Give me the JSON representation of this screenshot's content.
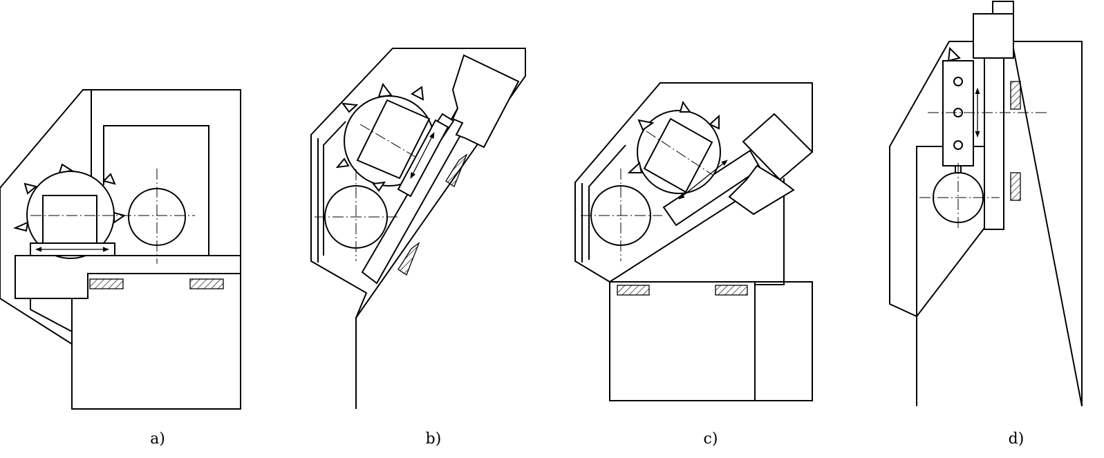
{
  "panels": [
    {
      "id": "a",
      "label": "a)"
    },
    {
      "id": "b",
      "label": "b)"
    },
    {
      "id": "c",
      "label": "c)"
    },
    {
      "id": "d",
      "label": "d)"
    }
  ],
  "colors": {
    "line": "#000000",
    "background": "#ffffff"
  }
}
